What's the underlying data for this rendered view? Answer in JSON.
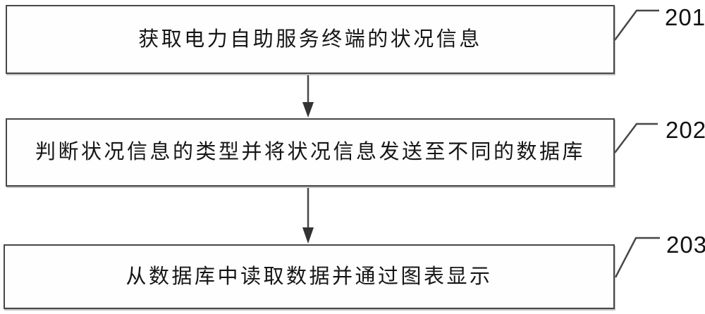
{
  "colors": {
    "line": "#474747",
    "box_border": "#474747",
    "text": "#161616",
    "background": "#ffffff"
  },
  "steps": [
    {
      "ref": "201",
      "text": "获取电力自助服务终端的状况信息"
    },
    {
      "ref": "202",
      "text": "判断状况信息的类型并将状况信息发送至不同的数据库"
    },
    {
      "ref": "203",
      "text": "从数据库中读取数据并通过图表显示"
    }
  ]
}
